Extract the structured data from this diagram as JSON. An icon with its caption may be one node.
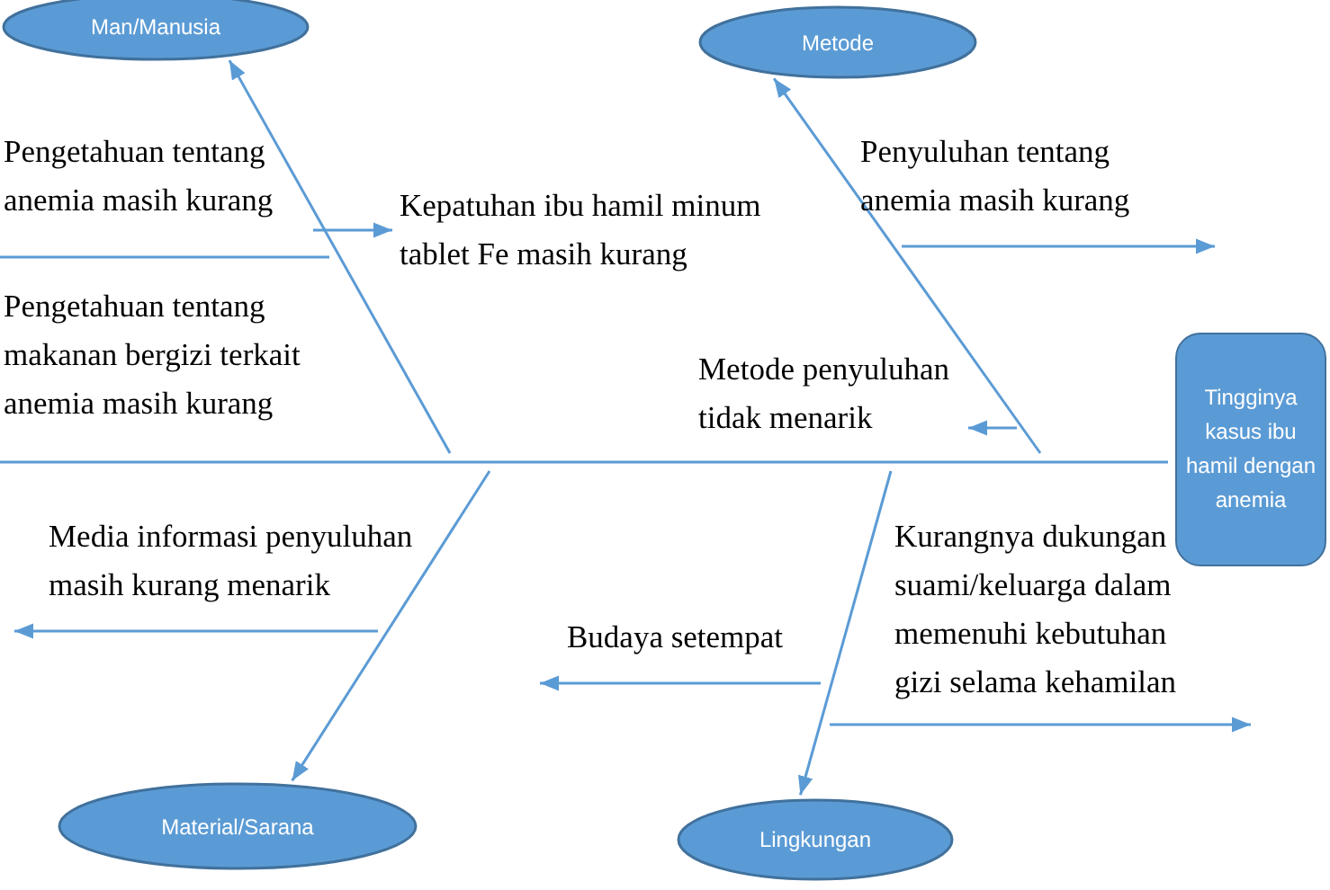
{
  "diagram": {
    "nodes": [
      {
        "text": [
          "Man/Manusia"
        ]
      },
      {
        "text": [
          "Metode"
        ]
      },
      {
        "text": [
          "Pengetahuan tentang anemia masih kurang"
        ]
      },
      {
        "text": [
          "Kepatuhan ibu hamil minum tablet Fe masih kurang"
        ]
      },
      {
        "text": [
          "Penyuluhan tentang anemia masih kurang"
        ]
      },
      {
        "text": [
          "Tingginya kasus ibu hamil dengan anemia"
        ]
      },
      {
        "text": [
          "Pengetahuan tentang makanan bergizi terkait anemia masih kurang"
        ]
      },
      {
        "text": [
          "Metode penyuluhan tidak menarik"
        ]
      },
      {
        "text": [
          "Media informasi penyuluhan masih kurang menarik"
        ]
      },
      {
        "text": [
          "Kurangnya dukungan suami/keluarga dalam memenuhi kebutuhan gizi selama kehamilan"
        ]
      },
      {
        "text": [
          "Budaya setempat"
        ]
      },
      {
        "text": [
          "Material/Sarana"
        ]
      },
      {
        "text": [
          "Lingkungan"
        ]
      }
    ],
    "edges": [
      {
        "from": null,
        "to": 5,
        "arrow": "none"
      },
      {
        "from": null,
        "to": 0,
        "arrow": "to"
      },
      {
        "from": null,
        "to": 1,
        "arrow": "to"
      },
      {
        "from": null,
        "to": 11,
        "arrow": "to"
      },
      {
        "from": null,
        "to": 12,
        "arrow": "to"
      },
      {
        "from": 2,
        "to": 3,
        "arrow": "to"
      },
      {
        "from": null,
        "to": 7,
        "arrow": "to"
      }
    ]
  }
}
